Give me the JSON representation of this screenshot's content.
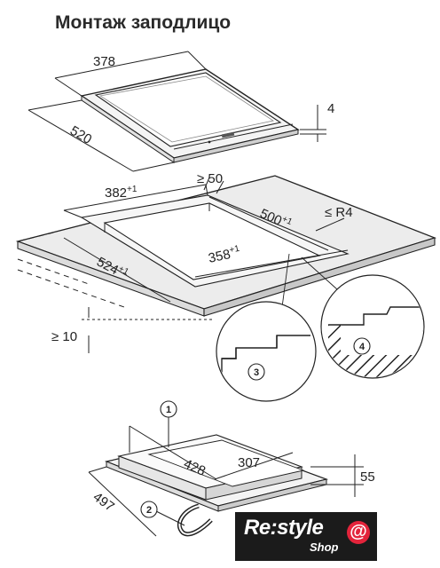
{
  "title": "Монтаж заподлицо",
  "top": {
    "width": "378",
    "depth": "520",
    "height": "4"
  },
  "middle": {
    "cut_width_base": "382",
    "cut_width_tol": "+1",
    "cut_depth_base": "524",
    "cut_depth_tol": "+1",
    "rebate_depth_base": "500",
    "rebate_depth_tol": "+1",
    "rebate_width_base": "358",
    "rebate_width_tol": "+1",
    "min_edge": "≥ 50",
    "radius": "≤ R4",
    "min_worktop": "≥ 10",
    "detail_3": "3",
    "detail_4": "4"
  },
  "bottom": {
    "callout_1": "1",
    "callout_2": "2",
    "box_width": "428",
    "box_depth": "307",
    "box_height": "55",
    "outer_depth": "497"
  },
  "logo": {
    "main": "Re:style",
    "sub": "Shop",
    "at": "@"
  },
  "colors": {
    "line": "#222222",
    "panel": "#ececec",
    "logo_bg": "#1b1b1b",
    "logo_accent": "#e3243b"
  }
}
